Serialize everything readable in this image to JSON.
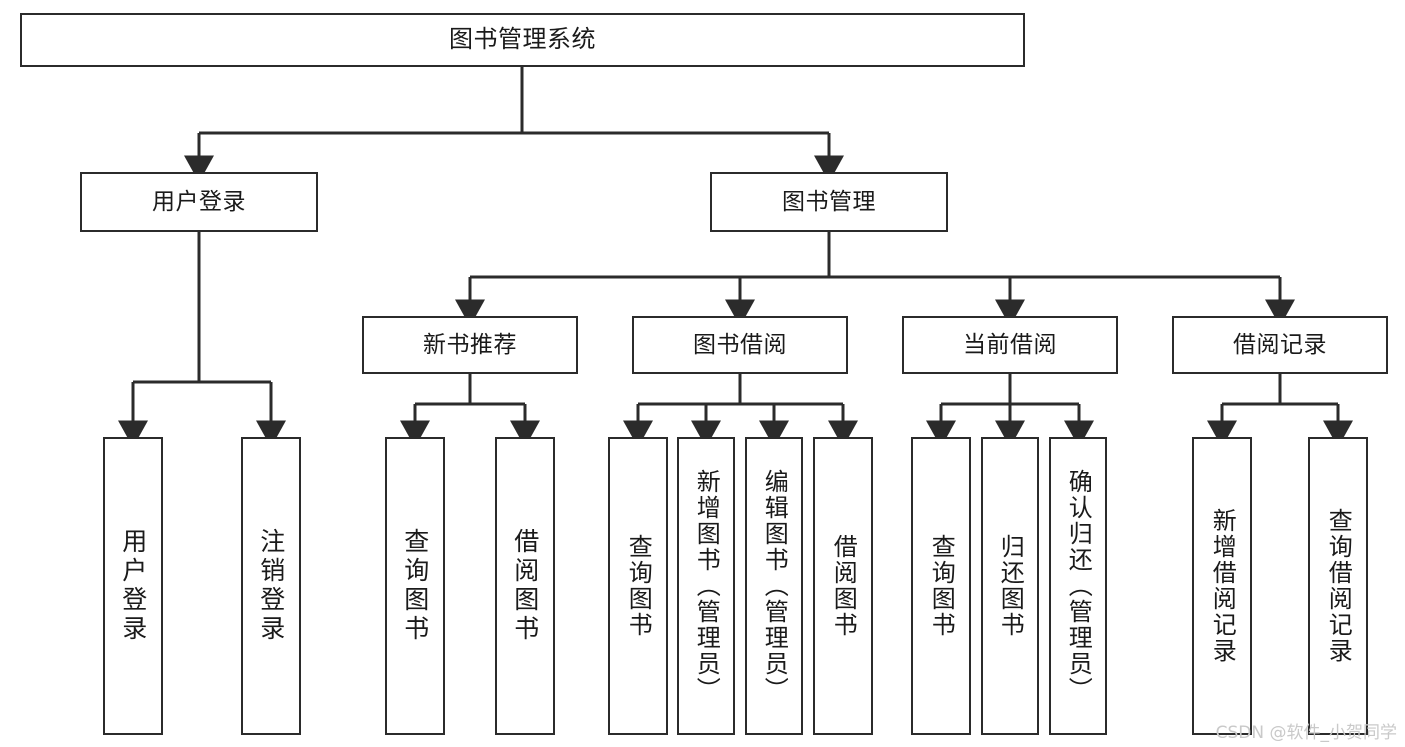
{
  "diagram": {
    "type": "hierarchy-tree",
    "title": "图书管理系统",
    "orientation": "top-down",
    "colors": {
      "box_border": "#2b2b2b",
      "box_fill": "#ffffff",
      "connector": "#2b2b2b",
      "text": "#1a1a1a",
      "watermark": "#c9c9c9"
    },
    "levels": 4
  },
  "nodes": {
    "root": {
      "label": "图书管理系统"
    },
    "level2": [
      {
        "id": "user-login",
        "label": "用户登录"
      },
      {
        "id": "book-management",
        "label": "图书管理"
      }
    ],
    "level3": [
      {
        "id": "new-book-recommend",
        "label": "新书推荐"
      },
      {
        "id": "book-borrow",
        "label": "图书借阅"
      },
      {
        "id": "current-borrow",
        "label": "当前借阅"
      },
      {
        "id": "borrow-record",
        "label": "借阅记录"
      }
    ],
    "leaves": [
      {
        "id": "leaf-user-login",
        "label": "用户登录"
      },
      {
        "id": "leaf-logout",
        "label": "注销登录"
      },
      {
        "id": "leaf-query-book-1",
        "label": "查询图书"
      },
      {
        "id": "leaf-borrow-book-1",
        "label": "借阅图书"
      },
      {
        "id": "leaf-query-book-2",
        "label": "查询图书"
      },
      {
        "id": "leaf-add-book",
        "label": "新增图书（管理员）"
      },
      {
        "id": "leaf-edit-book",
        "label": "编辑图书（管理员）"
      },
      {
        "id": "leaf-borrow-book-2",
        "label": "借阅图书"
      },
      {
        "id": "leaf-query-book-3",
        "label": "查询图书"
      },
      {
        "id": "leaf-return-book",
        "label": "归还图书"
      },
      {
        "id": "leaf-confirm-return",
        "label": "确认归还（管理员）"
      },
      {
        "id": "leaf-add-record",
        "label": "新增借阅记录"
      },
      {
        "id": "leaf-query-record",
        "label": "查询借阅记录"
      }
    ]
  },
  "watermark": {
    "text": "CSDN @软件_小贺同学"
  }
}
